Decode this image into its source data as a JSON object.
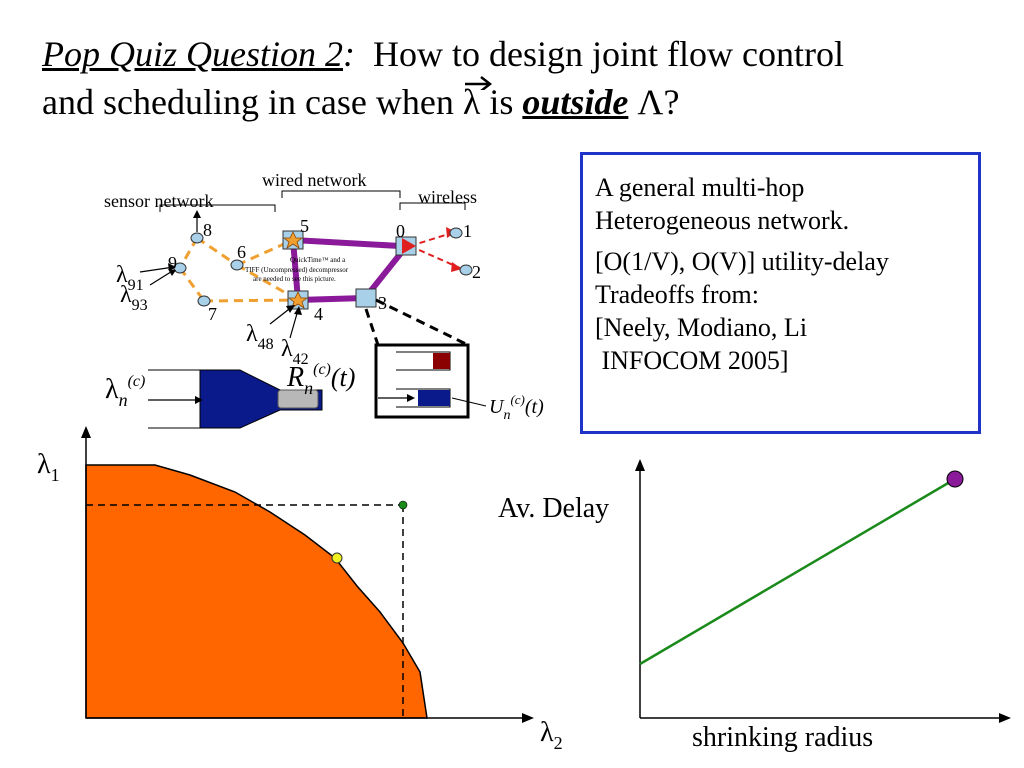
{
  "title": {
    "prefix": "Pop Quiz Question 2",
    "colon": ":",
    "line1_rest": "How to design joint flow control",
    "line2_start": "and scheduling in case when",
    "lambda": "λ",
    "is": "is",
    "outside": "outside",
    "capital_lambda": "Λ?"
  },
  "info_box": {
    "line1": "A general multi-hop",
    "line2": "Heterogeneous network.",
    "line3": "[O(1/V), O(V)] utility-delay",
    "line4": "Tradeoffs from:",
    "line5": "[Neely, Modiano, Li",
    "line6": " INFOCOM 2005]"
  },
  "network": {
    "sensor_label": "sensor network",
    "wired_label": "wired network",
    "wireless_label": "wireless",
    "placeholder_line1": "QuickTime™ and a",
    "placeholder_line2": "TIFF (Uncompressed) decompressor",
    "placeholder_line3": "are needed to see this picture.",
    "nodes": [
      "8",
      "9",
      "6",
      "7",
      "5",
      "4",
      "0",
      "3",
      "1",
      "2"
    ],
    "lambda_91": "91",
    "lambda_93": "93",
    "lambda_48": "48",
    "lambda_42": "42",
    "colors": {
      "wired_link": "#8b1a9a",
      "sensor_link": "#f0a030",
      "wireless_link": "#e02020",
      "node": "#a8d0e8"
    }
  },
  "queue": {
    "lambda_label": "λ",
    "lambda_sub": "n",
    "lambda_sup": "(c)",
    "r_label": "R",
    "r_sub": "n",
    "r_sup": "(c)",
    "r_arg": "(t)",
    "u_label": "U",
    "u_sub": "n",
    "u_sup": "(c)",
    "u_arg": "(t)",
    "colors": {
      "funnel": "#0b1a8a",
      "server": "#b8b8b8",
      "queue_top": "#8b0000",
      "queue_bottom": "#0b1a8a"
    }
  },
  "region_plot": {
    "y_label": "λ",
    "y_sub": "1",
    "x_label": "λ",
    "x_sub": "2",
    "colors": {
      "region": "#ff6600",
      "outside_point": "#1a8a1a",
      "boundary_point": "#f0f020"
    }
  },
  "delay_plot": {
    "y_label": "Av. Delay",
    "x_label": "shrinking radius",
    "colors": {
      "line": "#1a8a1a",
      "endpoint": "#8b1a9a"
    }
  }
}
